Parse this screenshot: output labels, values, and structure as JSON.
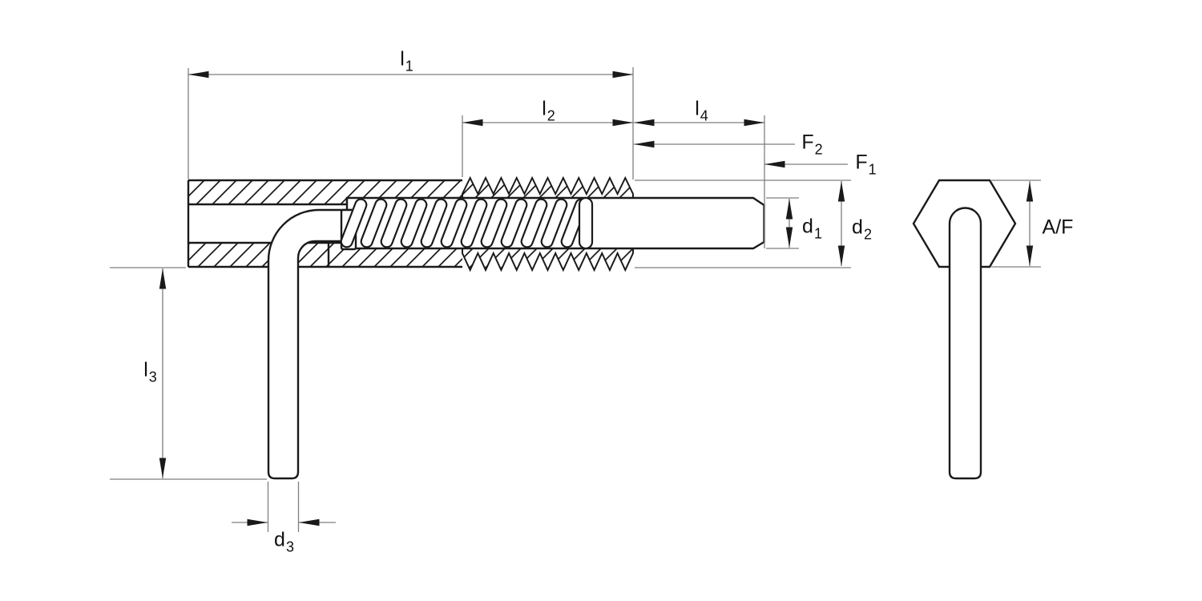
{
  "diagram": {
    "type": "engineering-drawing",
    "background": "#ffffff",
    "colors": {
      "outline": "#1a1a1a",
      "dimension_lines": "#7f7f7f",
      "label_text": "#111111"
    },
    "labels": {
      "l1": {
        "base": "l",
        "sub": "1"
      },
      "l2": {
        "base": "l",
        "sub": "2"
      },
      "l3": {
        "base": "l",
        "sub": "3"
      },
      "l4": {
        "base": "l",
        "sub": "4"
      },
      "F2": {
        "base": "F",
        "sub": "2"
      },
      "F1": {
        "base": "F",
        "sub": "1"
      },
      "d1": {
        "base": "d",
        "sub": "1"
      },
      "d2": {
        "base": "d",
        "sub": "2"
      },
      "d3": {
        "base": "d",
        "sub": "3"
      },
      "AF": {
        "base": "A/F",
        "sub": ""
      }
    }
  }
}
